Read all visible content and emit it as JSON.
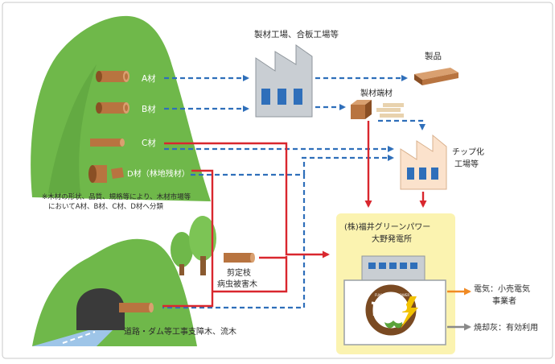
{
  "labels": {
    "factory_title": "製材工場、合板工場等",
    "product": "製品",
    "offcuts": "製材端材",
    "chip_line1": "チップ化",
    "chip_line2": "工場等",
    "wood_a": "A材",
    "wood_b": "B材",
    "wood_c": "C材",
    "wood_d": "D材（林地残材）",
    "note_line1": "※木材の形状、品質、規格等により、木材市場等",
    "note_line2": "においてA材、B材、C材、D材へ分類",
    "plant_line1": "(株)福井グリーンパワー",
    "plant_line2": "大野発電所",
    "pruning_line1": "剪定枝",
    "pruning_line2": "病虫被害木",
    "road_wood": "道路・ダム等工事支障木、流木",
    "electricity_line1": "電気：小売電気",
    "electricity_line2": "事業者",
    "ash": "焼却灰：有効利用",
    "logo_text": "FGP",
    "logo_small": "FUKUI GREEN POWER"
  },
  "colors": {
    "mountain": "#6fb84a",
    "mountain_dark": "#4c8f34",
    "plant_bg": "#fbf3b0",
    "blue_arrow": "#2f6fba",
    "red_arrow": "#d9272e",
    "orange_arrow": "#f08a24",
    "gray_arrow": "#8a8a8a",
    "factory": "#c9ced3",
    "chip_factory": "#fbe2cc",
    "log": "#b87440"
  }
}
